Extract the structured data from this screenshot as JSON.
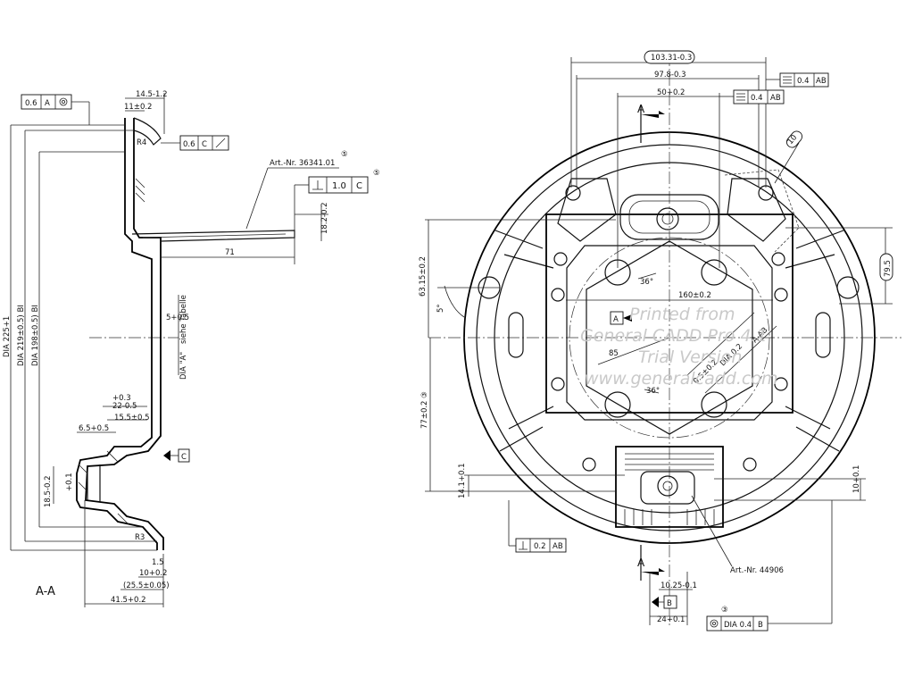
{
  "view_label": "A-A",
  "section_marker": "A",
  "left_view": {
    "dims_top": [
      "14.5-1.2",
      "11±0.2"
    ],
    "radius_top": "R4",
    "radius_bottom": "R3",
    "tol_top": {
      "value": "0.6",
      "datum": "A"
    },
    "tol_flange": {
      "value": "0.6",
      "datum": "C"
    },
    "tol_perp": {
      "value": "1.0",
      "datum": "C"
    },
    "art_nr": "Art.-Nr. 36341.01",
    "note_mark": "⑤",
    "dim_18": "18.2-0.2",
    "dim_71": "71",
    "dim_5": "5+0.5",
    "siehe": "siehe Tabelle",
    "dia_a": "DIA \"A\"",
    "dia_225": "DIA 225+1",
    "dia_219": "DIA 219±0.5) BI",
    "dia_198": "DIA 198±0.5) BI",
    "dim_03": "+0.3",
    "dim_22": "22-0.5",
    "dim_155": "15.5±0.5",
    "dim_65": "6.5+0.5",
    "dim_185": "18.5-0.2",
    "dim_01": "+0.1",
    "datum_c": "C",
    "dim_15": "1.5",
    "dim_10": "10+0.2",
    "dim_255": "(25.5±0.05)",
    "dim_415": "41.5+0.2"
  },
  "right_view": {
    "dim_103": "103.31-0.3",
    "dim_978": "97.8-0.3",
    "dim_50": "50+0.2",
    "tol_flat1": {
      "value": "0.4",
      "datum": "AB"
    },
    "tol_flat2": {
      "value": "0.4",
      "datum": "AB"
    },
    "dim_10": "10",
    "dim_795": "79.5",
    "dim_6315": "63.15±0.2",
    "dim_5deg": "5°",
    "dim_36a": "36°",
    "dim_36b": "36°",
    "dim_160": "160±0.2",
    "datum_a": "A",
    "dim_85": "85",
    "dim_95": "0.5±0.2",
    "dim_la": "DIA 0.2",
    "dim_ab": "A-AB",
    "dim_77": "77±0.2 ③",
    "dim_141": "14.1+0.1",
    "dim_101": "10+0.1",
    "tol_perp": {
      "value": "0.2",
      "datum": "AB"
    },
    "art_nr": "Art.-Nr. 44906",
    "dim_1025": "10.25-0.1",
    "datum_b": "B",
    "dim_24": "24+0.1",
    "note3": "③",
    "tol_pos": {
      "value": "DIA 0.4",
      "datum": "B"
    }
  },
  "watermark": [
    "Printed from",
    "General CADD Pro 4.1",
    "Trial Version",
    "www.generalcadd.com"
  ]
}
